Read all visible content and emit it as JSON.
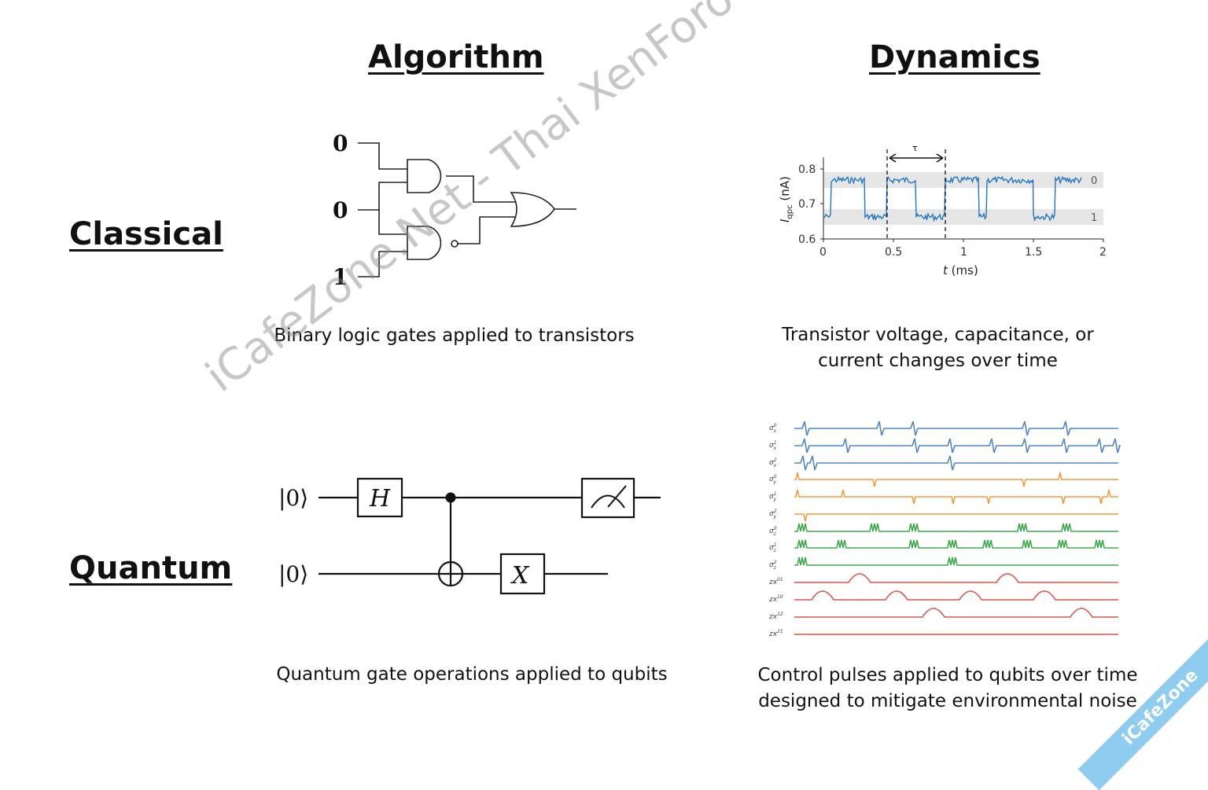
{
  "headers": {
    "algorithm": "Algorithm",
    "dynamics": "Dynamics",
    "classical": "Classical",
    "quantum": "Quantum"
  },
  "classical_algorithm": {
    "inputs": [
      "0",
      "0",
      "1"
    ],
    "caption": "Binary logic gates applied to transistors"
  },
  "classical_dynamics": {
    "y_ticks": [
      "0.8",
      "0.7",
      "0.6"
    ],
    "x_ticks": [
      "0",
      "0.5",
      "1",
      "1.5",
      "2"
    ],
    "state_labels": [
      "0",
      "1"
    ],
    "tau_label": "τ",
    "y_label": "I",
    "y_label_sub": "qpc",
    "y_label_unit": " (nA)",
    "x_label_var": "t",
    "x_label_unit": " (ms)",
    "caption_line1": "Transistor voltage, capacitance, or",
    "caption_line2": "current changes over time",
    "colors": {
      "trace": "#1f77c4",
      "band": "#e6e6e6"
    }
  },
  "quantum_algorithm": {
    "ket_top": "|0⟩",
    "ket_bottom": "|0⟩",
    "h_gate": "H",
    "x_gate": "X",
    "caption": "Quantum gate operations applied to qubits"
  },
  "quantum_dynamics": {
    "row_labels": [
      {
        "base": "σ",
        "sup": "0",
        "sub": "x"
      },
      {
        "base": "σ",
        "sup": "1",
        "sub": "x"
      },
      {
        "base": "σ",
        "sup": "2",
        "sub": "x"
      },
      {
        "base": "σ",
        "sup": "0",
        "sub": "y"
      },
      {
        "base": "σ",
        "sup": "1",
        "sub": "y"
      },
      {
        "base": "σ",
        "sup": "2",
        "sub": "y"
      },
      {
        "base": "σ",
        "sup": "0",
        "sub": "z"
      },
      {
        "base": "σ",
        "sup": "1",
        "sub": "z"
      },
      {
        "base": "σ",
        "sup": "2",
        "sub": "z"
      },
      {
        "base": "zx",
        "sup": "01",
        "sub": ""
      },
      {
        "base": "zx",
        "sup": "10",
        "sub": ""
      },
      {
        "base": "zx",
        "sup": "12",
        "sub": ""
      },
      {
        "base": "zx",
        "sup": "21",
        "sub": ""
      }
    ],
    "caption_line1": "Control pulses applied to qubits over time",
    "caption_line2": "designed to mitigate environmental noise",
    "colors": {
      "blue": "#4f86c6",
      "orange": "#f39a3b",
      "green": "#3ea84a",
      "red": "#d9534f"
    }
  },
  "watermark": "iCafeZone.Net - Thai XenForo Community",
  "corner_badge": "iCafeZone"
}
